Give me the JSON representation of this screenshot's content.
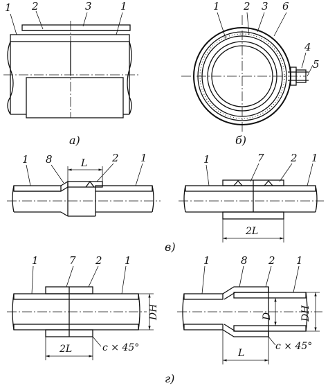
{
  "figure": {
    "panel_a": {
      "caption": "а)",
      "callouts": [
        "1",
        "2",
        "3",
        "1"
      ]
    },
    "panel_b": {
      "caption": "б)",
      "callouts": [
        "1",
        "2",
        "3",
        "6",
        "4",
        "5"
      ]
    },
    "panel_v": {
      "caption": "в)",
      "left_callouts": [
        "1",
        "8",
        "2",
        "1"
      ],
      "left_dimension": "L",
      "right_callouts": [
        "1",
        "7",
        "2",
        "1"
      ],
      "right_dimension": "2L"
    },
    "panel_g": {
      "caption": "г)",
      "left_callouts": [
        "1",
        "7",
        "2",
        "1"
      ],
      "left_dimension": "2L",
      "left_chamfer": "c × 45°",
      "left_diameter": "DH",
      "right_callouts": [
        "1",
        "8",
        "2",
        "1"
      ],
      "right_dimension": "L",
      "right_chamfer": "c × 45°",
      "right_inner_diameter": "D",
      "right_outer_diameter": "DH"
    }
  }
}
